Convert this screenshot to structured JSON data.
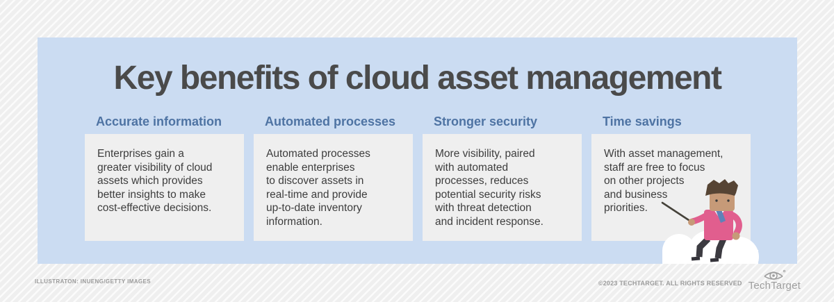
{
  "title": "Key benefits of cloud asset management",
  "columns": [
    {
      "heading": "Accurate information",
      "body": "Enterprises gain a\ngreater visibility of cloud\nassets which provides\nbetter insights to make\ncost-effective decisions."
    },
    {
      "heading": "Automated processes",
      "body": "Automated processes\nenable enterprises\nto discover assets in\nreal-time and provide\nup-to-date inventory\ninformation."
    },
    {
      "heading": "Stronger security",
      "body": "More visibility, paired\nwith automated\nprocesses, reduces\npotential security risks\nwith threat detection\nand incident response."
    },
    {
      "heading": "Time savings",
      "body": "With asset management,\nstaff are free to focus\non other projects\nand business\npriorities."
    }
  ],
  "footer": {
    "credit": "ILLUSTRATON: INUENG/GETTY IMAGES",
    "copyright": "©2023 TECHTARGET. ALL RIGHTS RESERVED",
    "logo_text": "TechTarget"
  },
  "illustration": {
    "name": "man-sitting-on-cloud-with-pointer"
  },
  "colors": {
    "panel_blue": "#cbdcf2",
    "card_gray": "#efefef",
    "heading_blue": "#4e73a3",
    "title_gray": "#4a4a4a",
    "body_text": "#3d3d3d",
    "sweater_pink": "#e15e8e",
    "tie_blue": "#5f82b8",
    "skin_tan": "#c69a78",
    "hair_brown": "#564434"
  }
}
